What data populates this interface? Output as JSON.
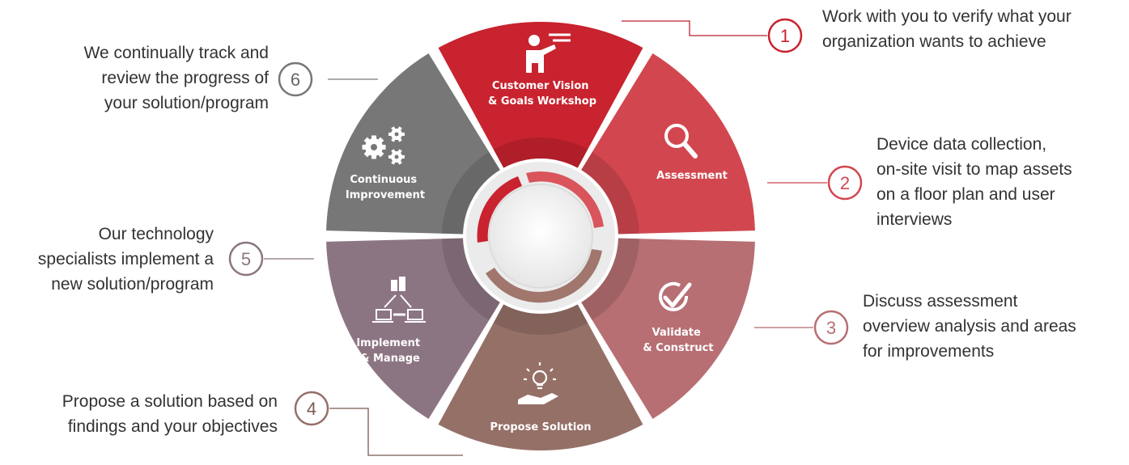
{
  "steps": [
    {
      "number": "1",
      "label": [
        "Customer Vision",
        "& Goals Workshop"
      ],
      "icon": "presenter-icon",
      "color": "#c8232f",
      "description": [
        "Work with you to verify what your",
        "organization  wants to achieve"
      ]
    },
    {
      "number": "2",
      "label": [
        "Assessment"
      ],
      "icon": "magnifier-icon",
      "color": "#d2474f",
      "description": [
        "Device data collection,",
        "on-site visit to map assets",
        "on a floor plan and user",
        "interviews"
      ]
    },
    {
      "number": "3",
      "label": [
        "Validate",
        "& Construct"
      ],
      "icon": "check-circle-icon",
      "color": "#b76f74",
      "description": [
        "Discuss assessment",
        "overview analysis and areas",
        "for improvements"
      ]
    },
    {
      "number": "4",
      "label": [
        "Propose Solution"
      ],
      "icon": "lightbulb-hand-icon",
      "color": "#957067",
      "description": [
        "Propose a solution based on",
        "findings and your objectives"
      ]
    },
    {
      "number": "5",
      "label": [
        "Implement",
        "& Manage"
      ],
      "icon": "network-icon",
      "color": "#8c7582",
      "description": [
        "Our technology",
        "specialists implement a",
        "new solution/program"
      ]
    },
    {
      "number": "6",
      "label": [
        "Continuous",
        "Improvement"
      ],
      "icon": "gears-icon",
      "color": "#777777",
      "description": [
        "We continually track and",
        "review the progress of",
        "your solution/program"
      ]
    }
  ]
}
